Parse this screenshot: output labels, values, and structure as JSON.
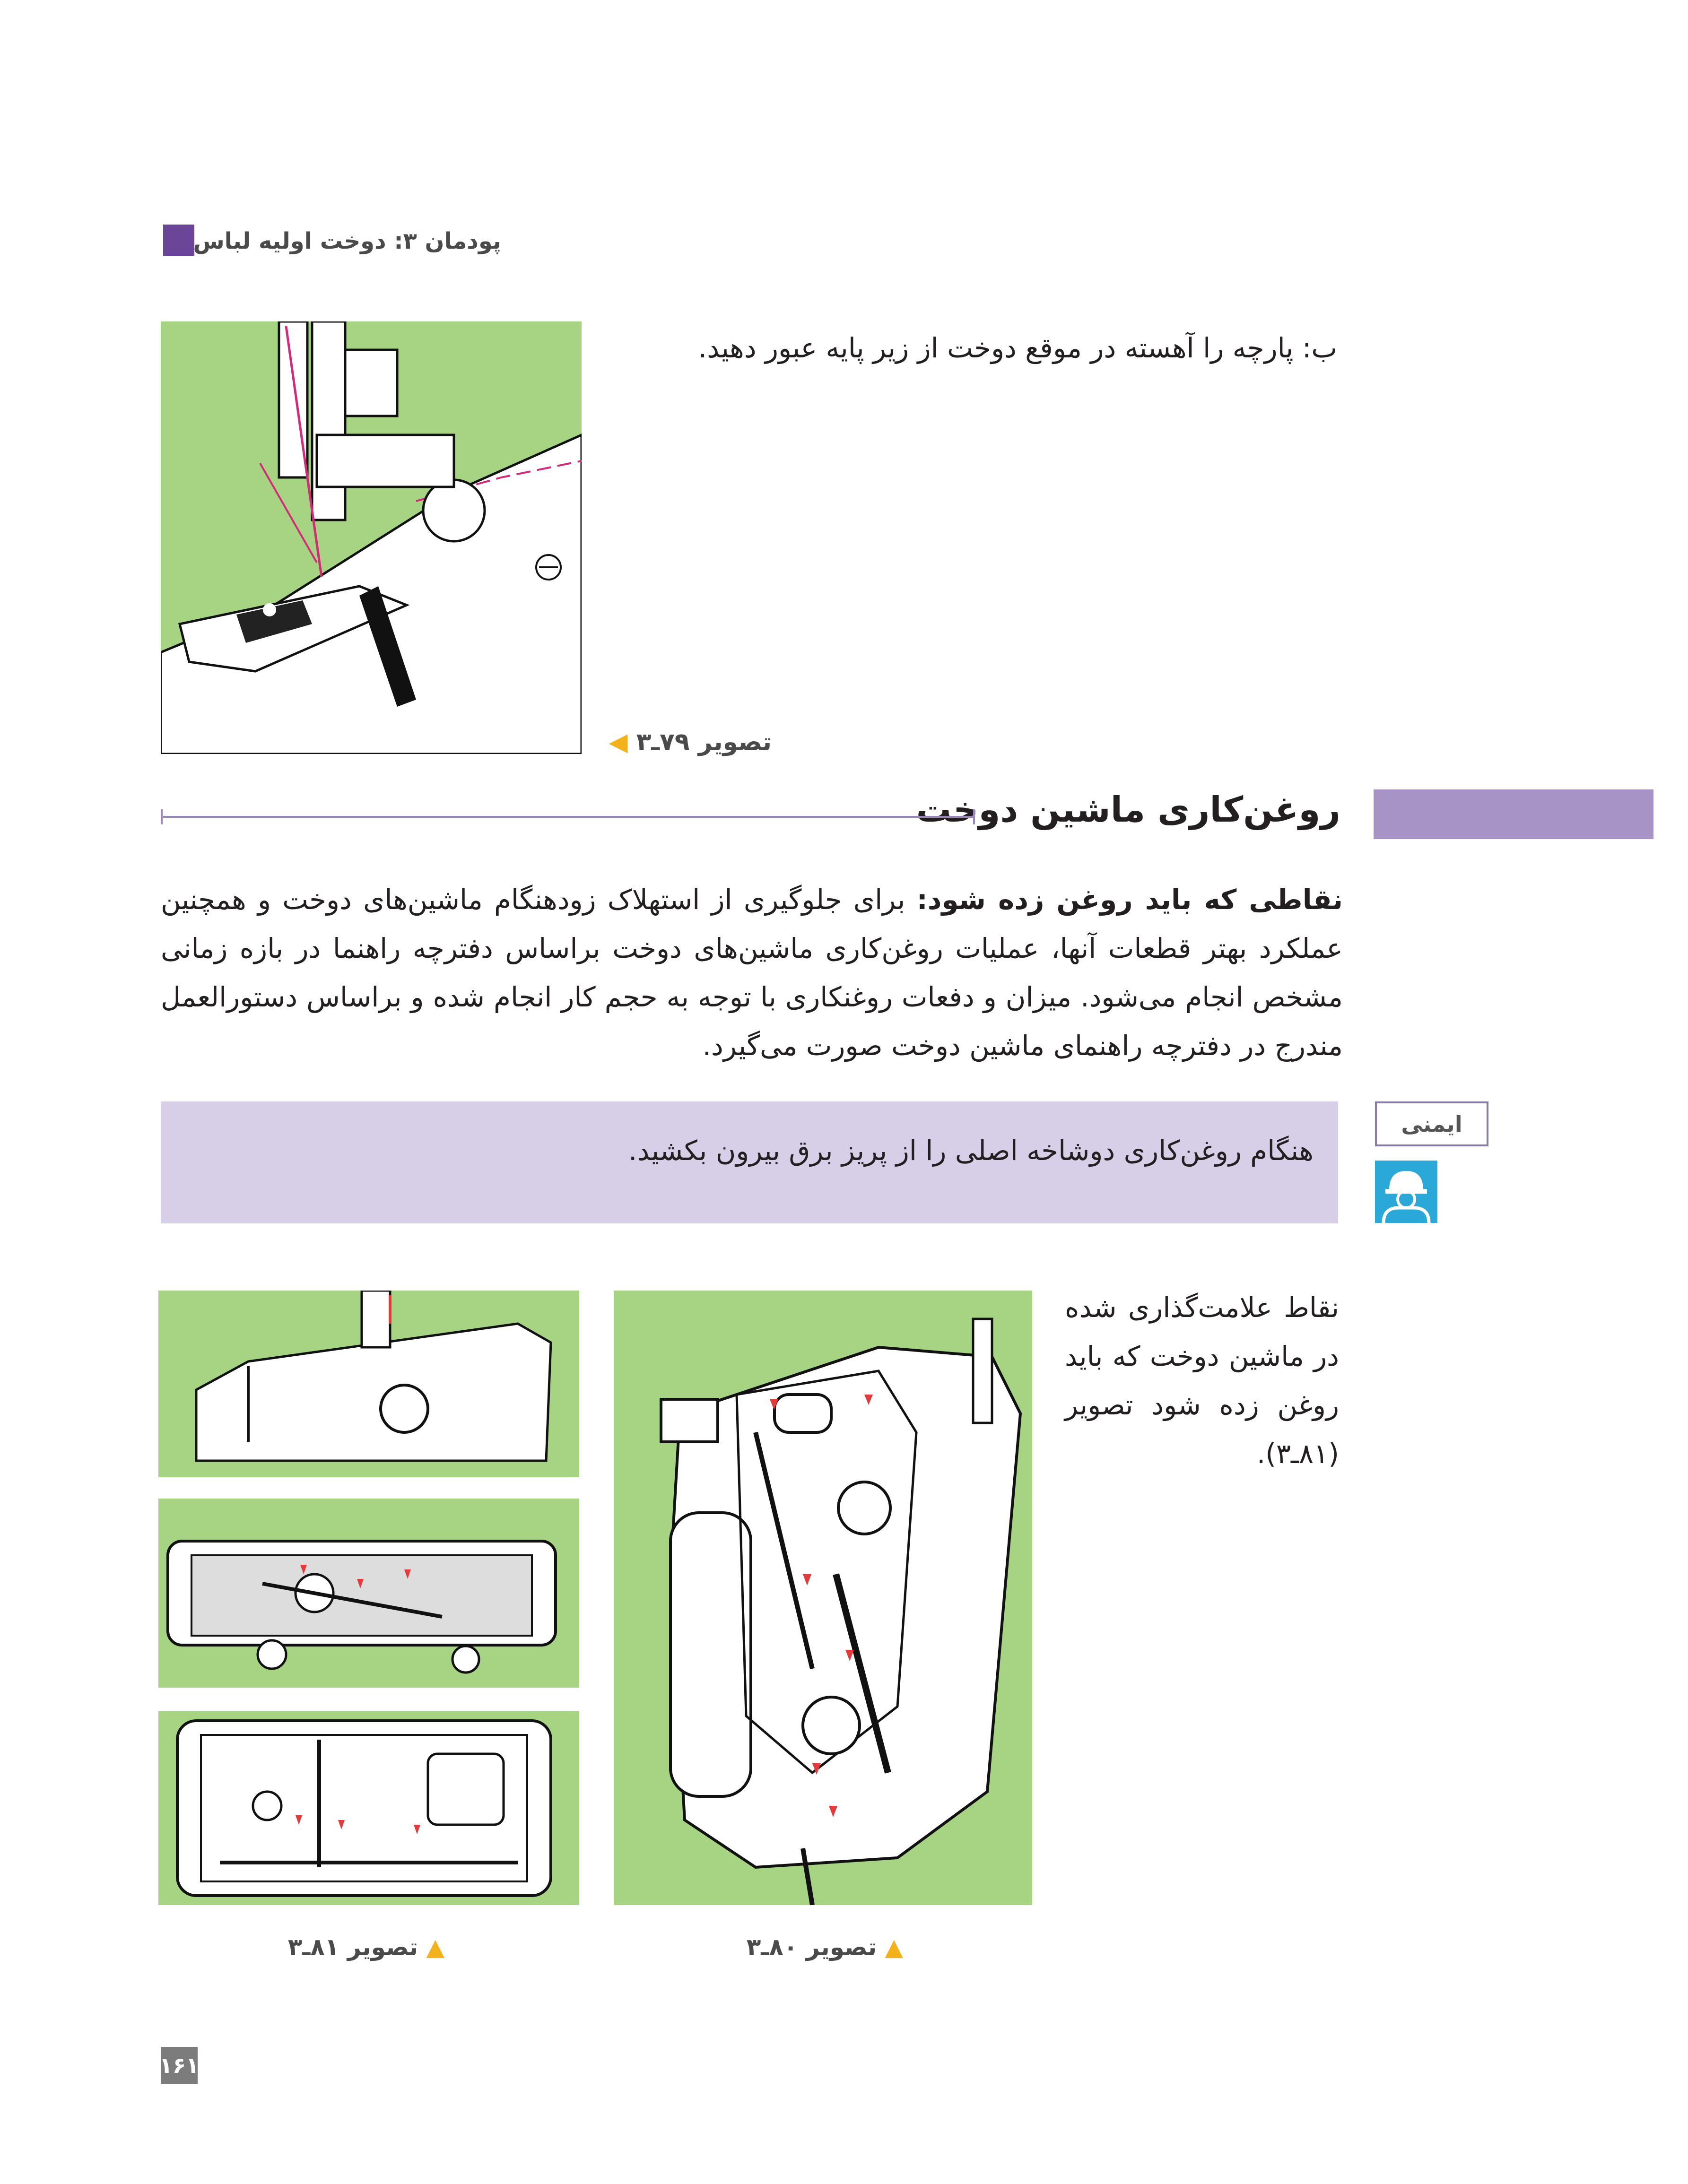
{
  "header": {
    "title": "پودمان ۳: دوخت اولیه لباس"
  },
  "step_b": "ب: پارچه را آهسته در موقع دوخت از زیر پایه عبور دهید.",
  "figures": {
    "fig79_caption": "تصویر ۷۹ـ۳",
    "fig80_caption": "تصویر ۸۰ـ۳",
    "fig81_caption": "تصویر ۸۱ـ۳"
  },
  "section": {
    "title": "روغن‌کاری ماشین دوخت"
  },
  "paragraph": {
    "lead": "نقاطی که باید روغن زده شود:",
    "body": " برای جلوگیری از استهلاک زودهنگام ماشین‌های دوخت و همچنین عملکرد بهتر قطعات آنها، عملیات روغن‌کاری ماشین‌های دوخت براساس دفترچه راهنما در بازه زمانی مشخص انجام می‌شود. میزان و دفعات روغنکاری با توجه به حجم کار انجام شده و براساس دستورالعمل مندرج در دفترچه راهنمای ماشین دوخت صورت می‌گیرد."
  },
  "safety": {
    "label": "ایمنی",
    "text": "هنگام روغن‌کاری دوشاخه اصلی را از پریز برق بیرون بکشید."
  },
  "side_text": "نقاط علامت‌گذاری شده در ماشین دوخت که باید روغن زده شود تصویر (۸۱ـ۳).",
  "page_number": "۱۶۱",
  "colors": {
    "accent_purple": "#6b4597",
    "bar_lavender": "#a793c6",
    "figure_green": "#a6d483",
    "caption_triangle": "#f3b21a"
  },
  "icons": {
    "safety": "worker-helmet-icon",
    "caption": "triangle-marker-icon"
  }
}
